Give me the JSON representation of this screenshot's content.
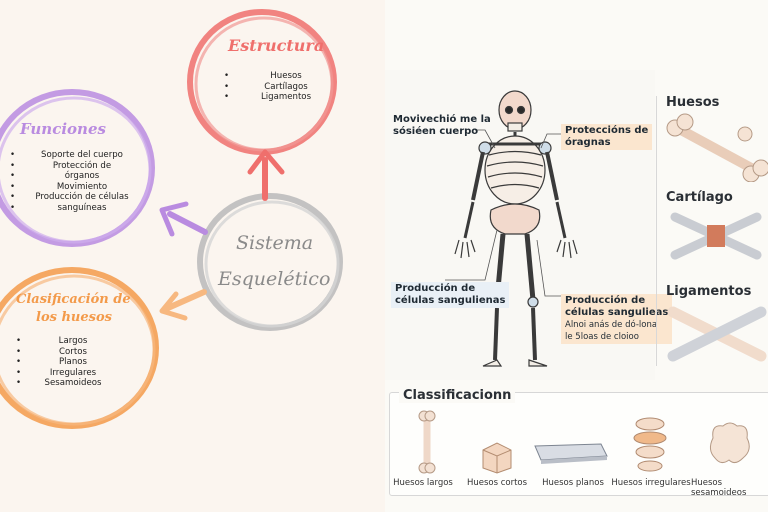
{
  "mindmap": {
    "center": {
      "line1": "Sistema",
      "line2": "Esquelético"
    },
    "estructura": {
      "title": "Estructura",
      "items": [
        "Huesos",
        "Cartílagos",
        "Ligamentos"
      ]
    },
    "funciones": {
      "title": "Funciones",
      "items": [
        "Soporte del cuerpo",
        "Protección de",
        "órganos",
        "Movimiento",
        "Producción de células",
        "sanguíneas"
      ]
    },
    "clasificacion": {
      "title1": "Clasificación de",
      "title2": "los huesos",
      "items": [
        "Largos",
        "Cortos",
        "Planos",
        "Irregulares",
        "Sesamoideos"
      ]
    },
    "colors": {
      "estructura": "#ef6f6c",
      "funciones": "#b98be0",
      "clasificacion": "#f39a4a",
      "center": "#bdbdbd"
    }
  },
  "infographic": {
    "callouts": {
      "top_left": {
        "line1": "Movivechió me la",
        "line2": "sósiéen cuerpo"
      },
      "top_right": {
        "line1": "Proteccións de",
        "line2": "óragnas"
      },
      "mid_left": {
        "line1": "Producción de",
        "line2": "células sangulienas"
      },
      "mid_right": {
        "line1": "Producción de",
        "line2": "células sangulieas",
        "line3": "Alnoi anás de dó-lona",
        "line4": "le 5loas de cloioo"
      }
    },
    "headers": {
      "huesos": "Huesos",
      "cartilago": "Cartílago",
      "ligamentos": "Ligamentos"
    },
    "classification": {
      "title": "Classificacionn",
      "items": [
        "Huesos largos",
        "Huesos cortos",
        "Huesos planos",
        "Huesos irregulares",
        "Huesos sesamoideos"
      ]
    }
  }
}
